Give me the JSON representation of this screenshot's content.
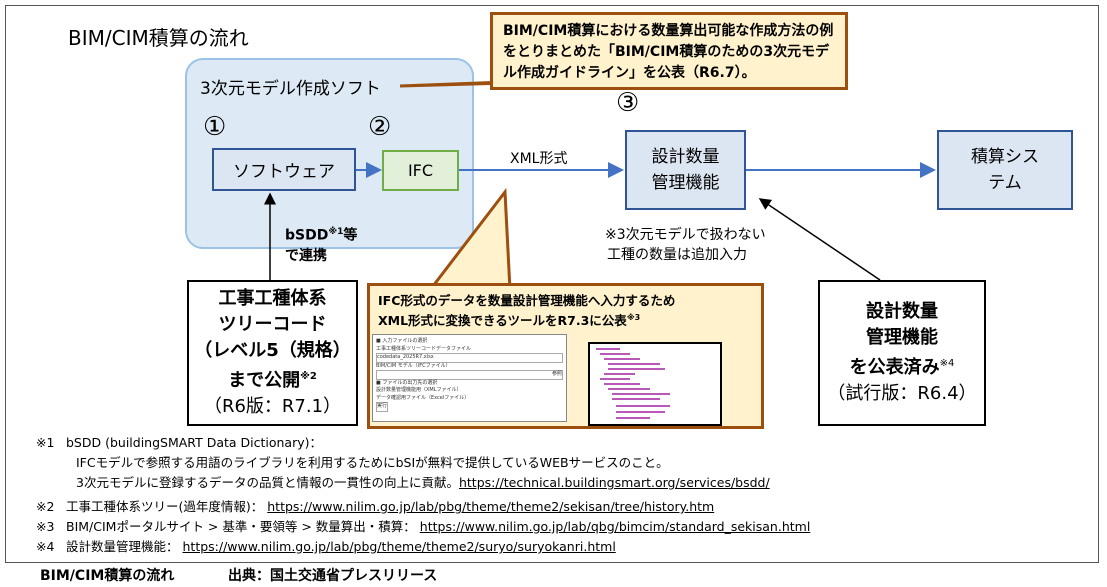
{
  "title": "BIM/CIM積算の流れ",
  "soft_group": {
    "title": "3次元モデル作成ソフト",
    "step1": "①",
    "step2": "②",
    "software": "ソフトウェア",
    "ifc": "IFC"
  },
  "top_callout": "BIM/CIM積算における数量算出可能な作成方法の例をとりまとめた「BIM/CIM積算のための3次元モデル作成ガイドライン」を公表（R6.7）。",
  "xml_label": "XML形式",
  "step3": "③",
  "design_box": "設計数量管理機能",
  "sekisan_box": "積算システム",
  "bsdd_label": {
    "line1": "bSDD",
    "sup": "※1",
    "line1b": "等",
    "line2": "で連携"
  },
  "add_note": {
    "line1": "※3次元モデルで扱わない",
    "line2": "工種の数量は追加入力"
  },
  "tree_box": {
    "l1": "工事工種体系",
    "l2": "ツリーコード",
    "l3": "（レベル5（規格）",
    "l4": "まで公開",
    "sup": "※2",
    "l5": "（R6版：R7.1）"
  },
  "bottom_callout": {
    "l1": "IFC形式のデータを数量設計管理機能へ入力するため",
    "l2": "XML形式に変換できるツールをR7.3に公表",
    "sup": "※3",
    "tool": {
      "sec1": "■ 入力ファイルの選択",
      "f1": "工事工種体系ツリーコードデータファイル",
      "v1": "codedata_2025R7.xlsx",
      "f2": "BIM/CIM モデル（IFCファイル）",
      "sec2": "■ ファイルの出力先の選択",
      "f3": "設計数量管理機能用（XMLファイル）",
      "f4": "データ確認用ファイル（Excelファイル）",
      "ref": "参照",
      "run": "実行"
    }
  },
  "published_box": {
    "l1": "設計数量",
    "l2": "管理機能",
    "l3": "を公表済み",
    "sup": "※4",
    "l4": "（試行版：R6.4）"
  },
  "footnotes": [
    {
      "mark": "※1",
      "text": "bSDD (buildingSMART Data Dictionary)："
    },
    {
      "mark": "",
      "text": "IFCモデルで参照する用語のライブラリを利用するためにbSIが無料で提供しているWEBサービスのこと。"
    },
    {
      "mark": "",
      "text": "3次元モデルに登録するデータの品質と情報の一貫性の向上に貢献。",
      "url": "https://technical.buildingsmart.org/services/bsdd/"
    },
    {
      "mark": "※2",
      "text": "工事工種体系ツリー(過年度情報)：",
      "url": "https://www.nilim.go.jp/lab/pbg/theme/theme2/sekisan/tree/history.htm"
    },
    {
      "mark": "※3",
      "text": "BIM/CIMポータルサイト > 基準・要領等 > 数量算出・積算：",
      "url": "https://www.nilim.go.jp/lab/qbg/bimcim/standard_sekisan.html"
    },
    {
      "mark": "※4",
      "text": "設計数量管理機能：",
      "url": "https://www.nilim.go.jp/lab/pbg/theme/theme2/suryo/suryokanri.html"
    }
  ],
  "caption": {
    "title": "BIM/CIM積算の流れ",
    "source": "出典：国土交通省プレスリリース"
  }
}
